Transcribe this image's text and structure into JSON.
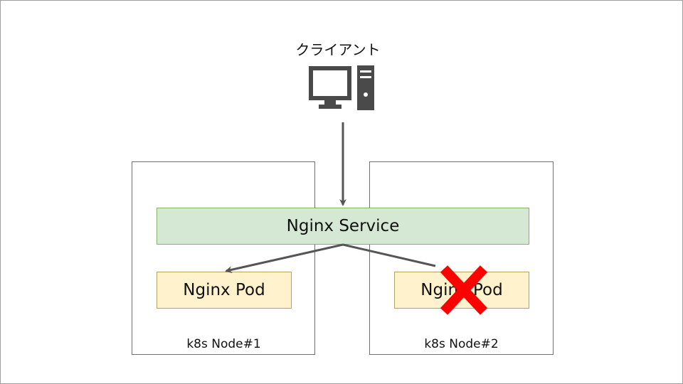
{
  "client": {
    "label": "クライアント",
    "icon": "desktop-computer-icon"
  },
  "service": {
    "label": "Nginx Service"
  },
  "nodes": [
    {
      "label": "k8s Node#1"
    },
    {
      "label": "k8s Node#2"
    }
  ],
  "pods": [
    {
      "label": "Nginx Pod",
      "status": "running"
    },
    {
      "label": "Nginx Pod",
      "status": "failed"
    }
  ],
  "failure_mark": {
    "icon": "x-mark-icon",
    "color": "#ff0000"
  },
  "colors": {
    "service_fill": "#d5e8d4",
    "service_border": "#82b366",
    "pod_fill": "#fff2cc",
    "arrow": "#555555",
    "icon": "#4a4a4a"
  }
}
